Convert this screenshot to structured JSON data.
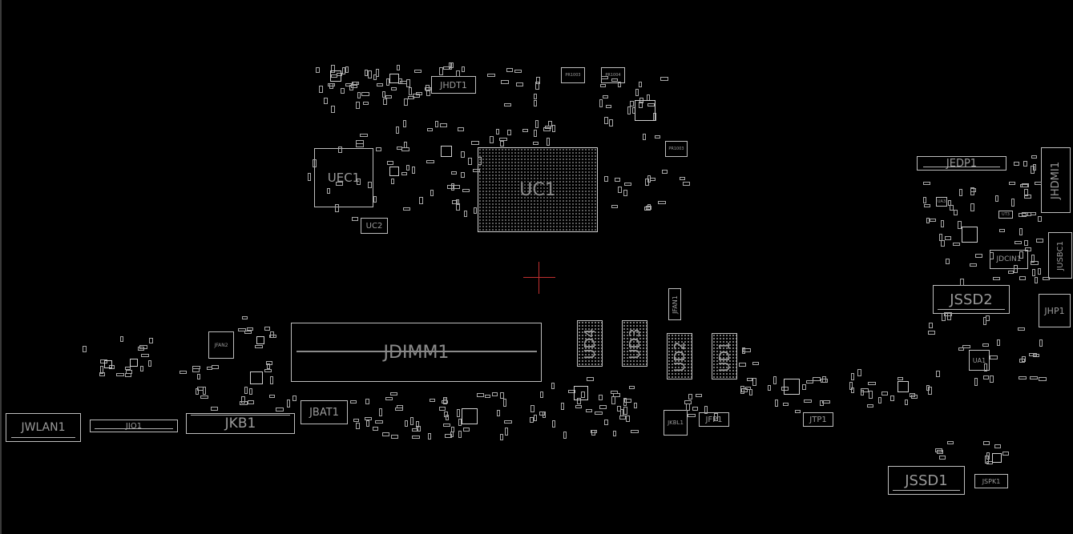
{
  "board": {
    "background": "#000000",
    "outline_color": "#bdbdbd",
    "label_color": "#9a9a9a",
    "cursor_color": "#c03030"
  },
  "labels": {
    "UEC1": "UEC1",
    "UC1": "UC1",
    "UC2": "UC2",
    "JHDT1": "JHDT1",
    "JEDP1": "JEDP1",
    "JHDMI1": "JHDMI1",
    "JUSBC1": "JUSBC1",
    "JDCIN1": "JDCIN1",
    "JSSD2": "JSSD2",
    "JHP1": "JHP1",
    "UA1": "UA1",
    "JDIMM1": "JDIMM1",
    "JFAN1": "JFAN1",
    "JFAN2": "JFAN2",
    "UD1": "UD1",
    "UD2": "UD2",
    "UD3": "UD3",
    "UD4": "UD4",
    "JWLAN1": "JWLAN1",
    "JIO1": "JIO1",
    "JKB1": "JKB1",
    "JBAT1": "JBAT1",
    "JKBL1": "JKBL1",
    "JFP1": "JFP1",
    "JTP1": "JTP1",
    "JSSD1": "JSSD1",
    "JSPK1": "JSPK1",
    "PR1": "PR1003",
    "PR2": "PR1004",
    "PR3": "PR1003",
    "UT3": "UT3",
    "UA3": "UA3"
  }
}
